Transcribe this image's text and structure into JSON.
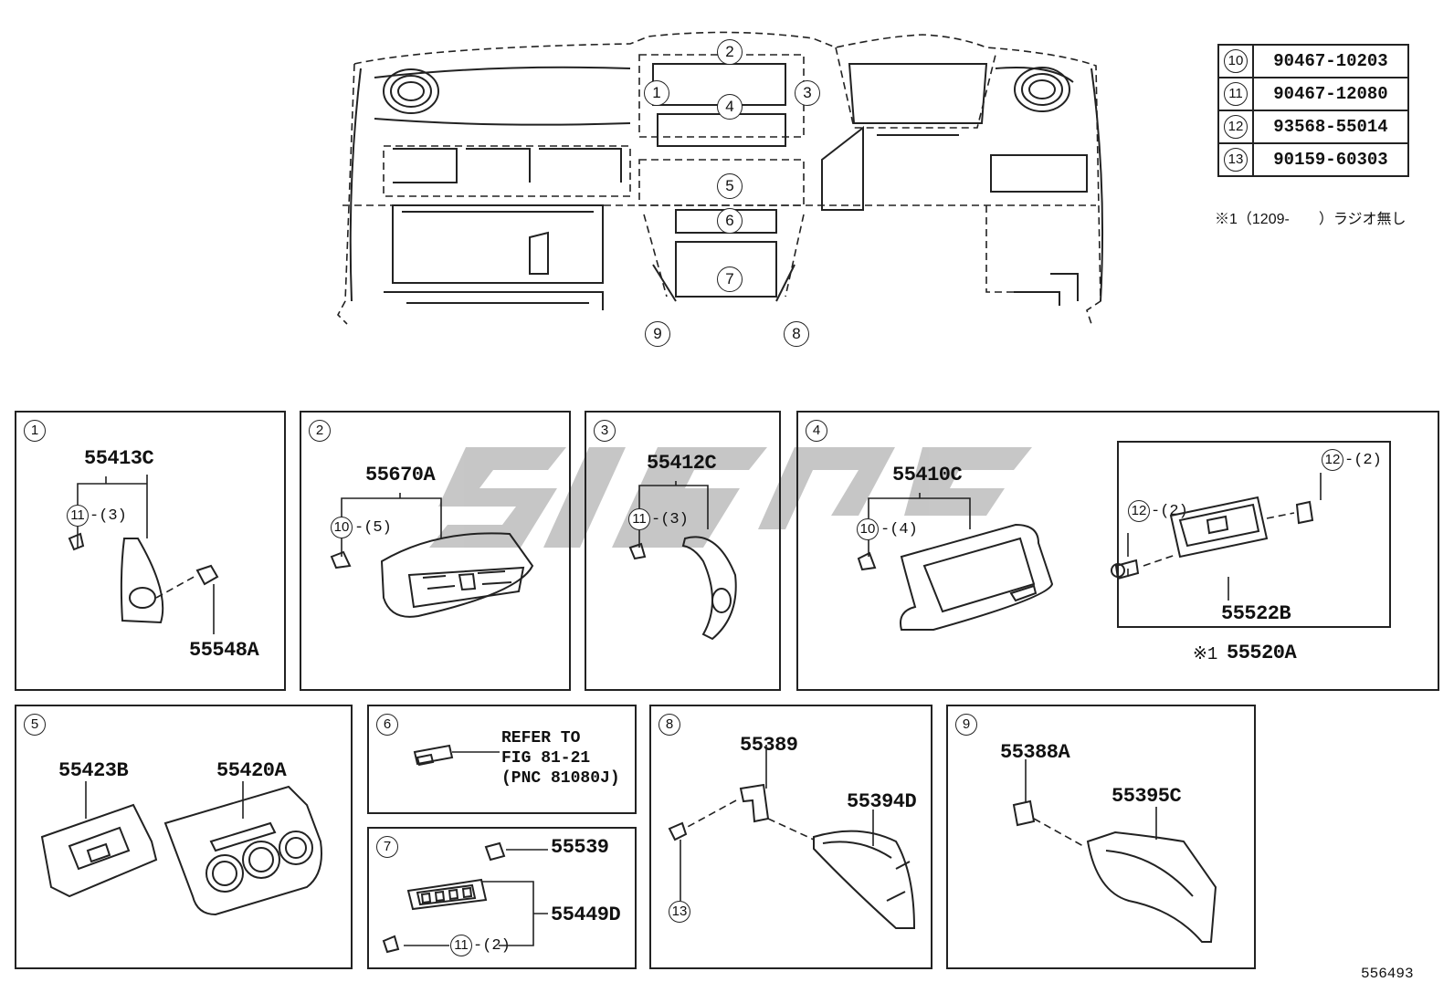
{
  "overview": {
    "callouts": [
      "1",
      "2",
      "3",
      "4",
      "5",
      "6",
      "7",
      "8",
      "9"
    ]
  },
  "reference_table": [
    {
      "num": "10",
      "part": "90467-10203"
    },
    {
      "num": "11",
      "part": "90467-12080"
    },
    {
      "num": "12",
      "part": "93568-55014"
    },
    {
      "num": "13",
      "part": "90159-60303"
    }
  ],
  "footnote": "※1（1209-　　）ラジオ無し",
  "panels": {
    "p1": {
      "num": "1",
      "top_part": "55413C",
      "clip": "11",
      "clip_qty": "-(3)",
      "bottom_part": "55548A"
    },
    "p2": {
      "num": "2",
      "top_part": "55670A",
      "clip": "10",
      "clip_qty": "-(5)"
    },
    "p3": {
      "num": "3",
      "top_part": "55412C",
      "clip": "11",
      "clip_qty": "-(3)"
    },
    "p4": {
      "num": "4",
      "top_part": "55410C",
      "clip": "10",
      "clip_qty": "-(4)",
      "screw_left": "12",
      "screw_left_qty": "-(2)",
      "screw_right": "12",
      "screw_right_qty": "-(2)",
      "inner_part": "55522B",
      "assy_note": "※1",
      "assy_part": "55520A"
    },
    "p5": {
      "num": "5",
      "left_part": "55423B",
      "right_part": "55420A"
    },
    "p6": {
      "num": "6",
      "refer": "REFER TO\nFIG 81-21\n(PNC 81080J)"
    },
    "p7": {
      "num": "7",
      "part_a": "55539",
      "part_b": "55449D",
      "clip": "11",
      "clip_qty": "-(2)"
    },
    "p8": {
      "num": "8",
      "part_a": "55389",
      "part_b": "55394D",
      "screw": "13"
    },
    "p9": {
      "num": "9",
      "part_a": "55388A",
      "part_b": "55395C"
    }
  },
  "diagram_id": "556493",
  "colors": {
    "line": "#222222",
    "watermark": "#bdbdbd",
    "background": "#ffffff"
  }
}
